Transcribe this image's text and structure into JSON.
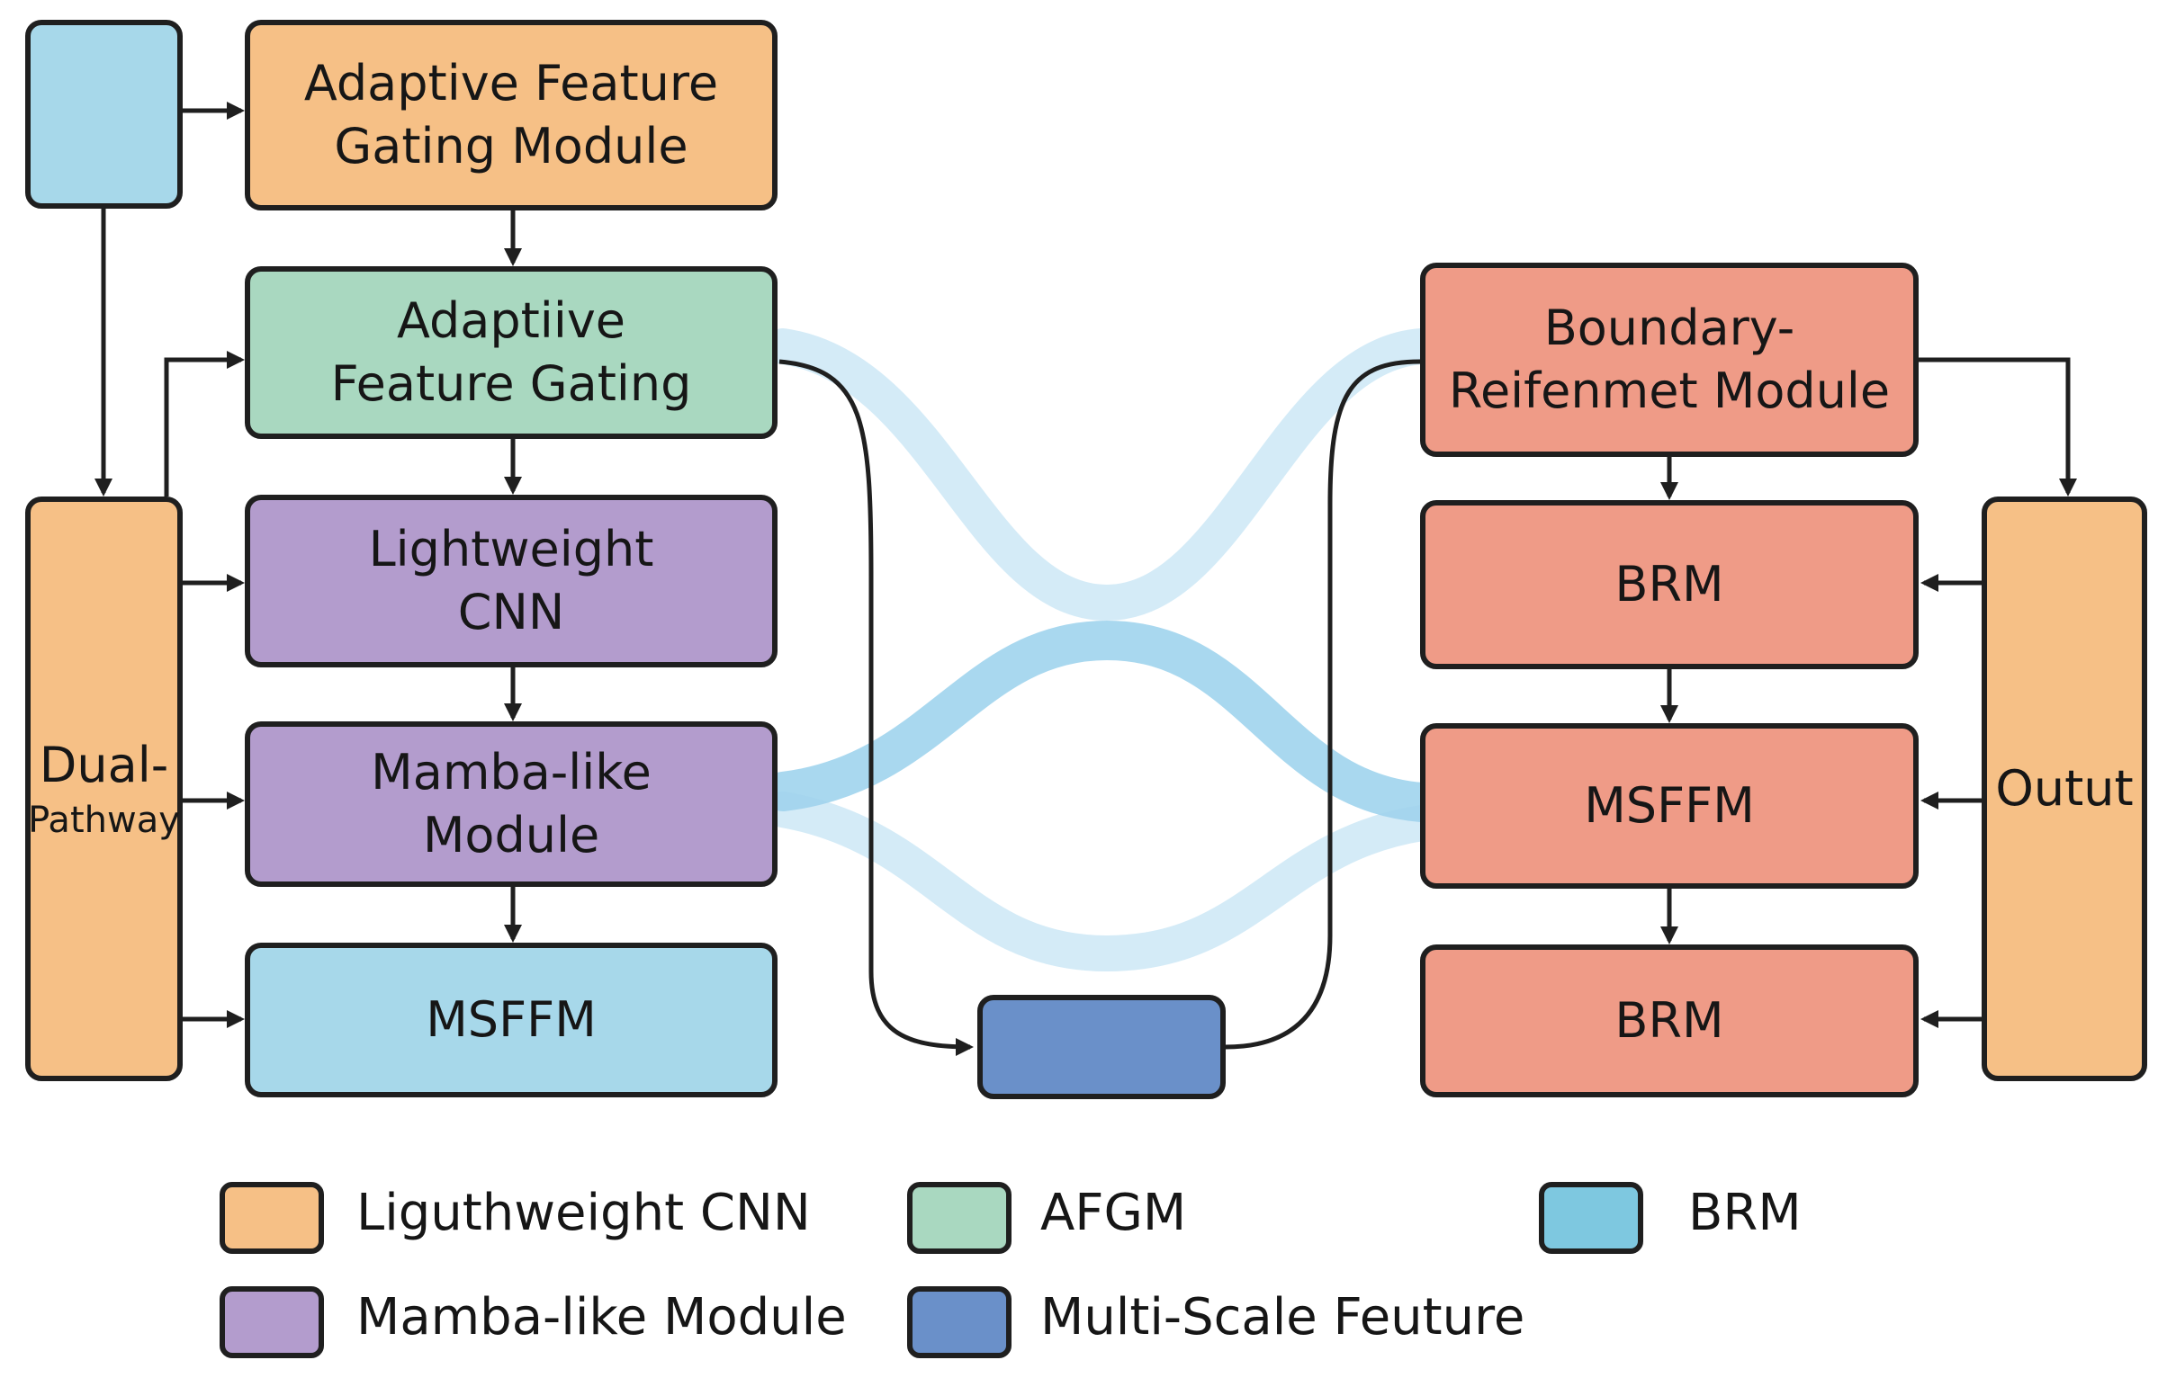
{
  "blocks": {
    "input": "",
    "afgm_top": "Adaptive Feature\nGating Module",
    "afg": "Adaptiive\nFeature Gating",
    "lightweight_cnn": "Lightweight\nCNN",
    "mamba": "Mamba-like\nModule",
    "msffm_left": "MSFFM",
    "dual_pathway_line1": "Dual-",
    "dual_pathway_line2": "Pathway",
    "multi_scale": "",
    "boundary": "Boundary-\nReifenmet Module",
    "brm_upper": "BRM",
    "msffm_right": "MSFFM",
    "brm_lower": "BRM",
    "output": "Outut"
  },
  "legend": [
    {
      "label": "Liguthweight CNN",
      "color": "#f6c086"
    },
    {
      "label": "AFGM",
      "color": "#a9d8c0"
    },
    {
      "label": "BRM",
      "color": "#7ec8e0"
    },
    {
      "label": "Mamba-like Module",
      "color": "#b39ccd"
    },
    {
      "label": "Multi-Scale Feuture",
      "color": "#6a90c9"
    }
  ],
  "colors": {
    "orange": "#f6c086",
    "green": "#a9d8c0",
    "purple": "#b39ccd",
    "light_blue": "#a7d8ea",
    "dark_blue": "#6a90c9",
    "red": "#ef9b87",
    "flow_band": "#9fd3ee"
  }
}
